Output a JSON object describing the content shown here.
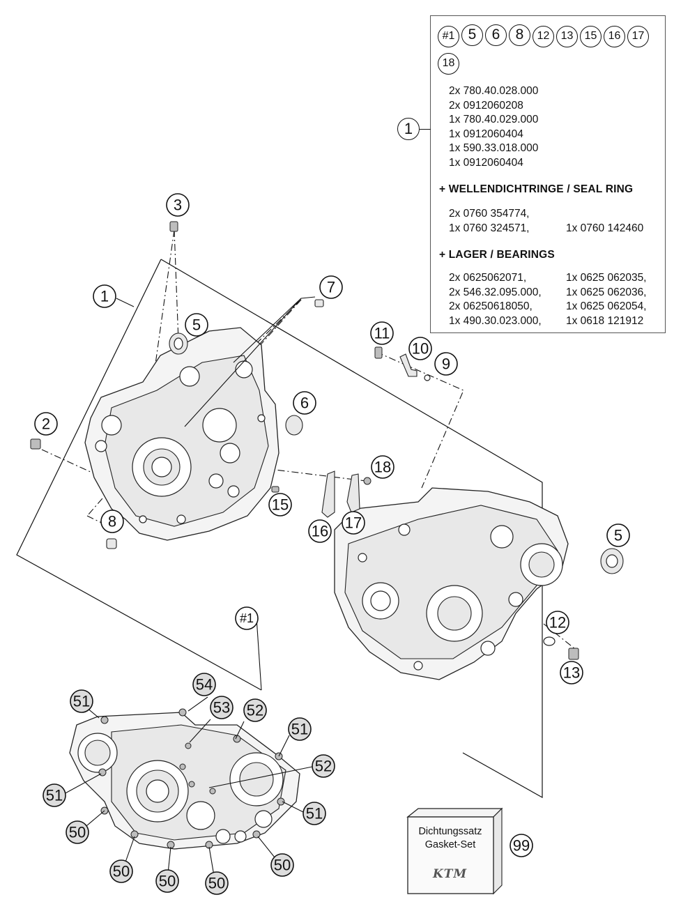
{
  "box": {
    "callouts": [
      "#1",
      "5",
      "6",
      "8",
      "12",
      "13",
      "15",
      "16",
      "17",
      "18"
    ],
    "main_callout": "1",
    "lines": [
      "2x 780.40.028.000",
      "2x 0912060208",
      "1x 780.40.029.000",
      "1x 0912060404",
      "1x 590.33.018.000",
      "1x 0912060404"
    ],
    "seal_title": "+ WELLENDICHTRINGE /  SEAL RING",
    "seal_rows": [
      [
        "2x 0760 354774,",
        ""
      ],
      [
        "1x 0760 324571,",
        "1x 0760 142460"
      ]
    ],
    "bearing_title": "+ LAGER / BEARINGS",
    "bearing_rows": [
      [
        "2x 0625062071,",
        "1x 0625 062035,"
      ],
      [
        "2x 546.32.095.000,",
        "1x 0625 062036,"
      ],
      [
        "2x 06250618050,",
        "1x 0625 062054,"
      ],
      [
        "1x 490.30.023.000,",
        "1x 0618 121912"
      ]
    ]
  },
  "callouts": {
    "c1": "1",
    "c2": "2",
    "c3": "3",
    "c5a": "5",
    "c5b": "5",
    "c6": "6",
    "c7": "7",
    "c8": "8",
    "c9": "9",
    "c10": "10",
    "c11": "11",
    "c12": "12",
    "c13": "13",
    "c15": "15",
    "c16": "16",
    "c17": "17",
    "c18": "18",
    "c1s": "#1",
    "c50a": "50",
    "c50b": "50",
    "c50c": "50",
    "c50d": "50",
    "c50e": "50",
    "c51a": "51",
    "c51b": "51",
    "c51c": "51",
    "c51d": "51",
    "c52a": "52",
    "c52b": "52",
    "c53": "53",
    "c54": "54",
    "c99": "99"
  },
  "gasket": {
    "line1": "Dichtungssatz",
    "line2": "Gasket-Set",
    "logo": "KTM"
  }
}
